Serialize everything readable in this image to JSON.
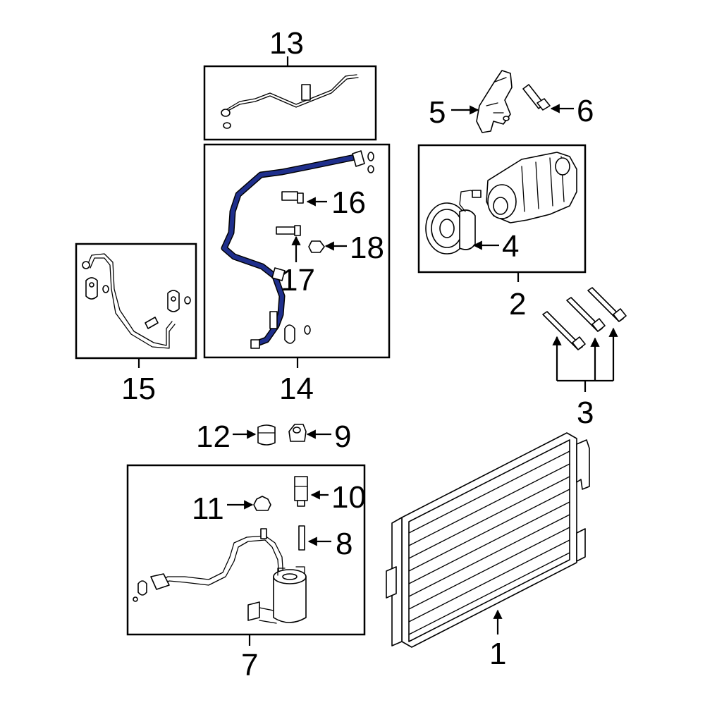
{
  "colors": {
    "highlight": "#1f2f8c",
    "box_fill": "#ffffff",
    "line": "#000000"
  },
  "callouts": {
    "c1": "1",
    "c2": "2",
    "c3": "3",
    "c4": "4",
    "c5": "5",
    "c6": "6",
    "c7": "7",
    "c8": "8",
    "c9": "9",
    "c10": "10",
    "c11": "11",
    "c12": "12",
    "c13": "13",
    "c14": "14",
    "c15": "15",
    "c16": "16",
    "c17": "17",
    "c18": "18"
  }
}
